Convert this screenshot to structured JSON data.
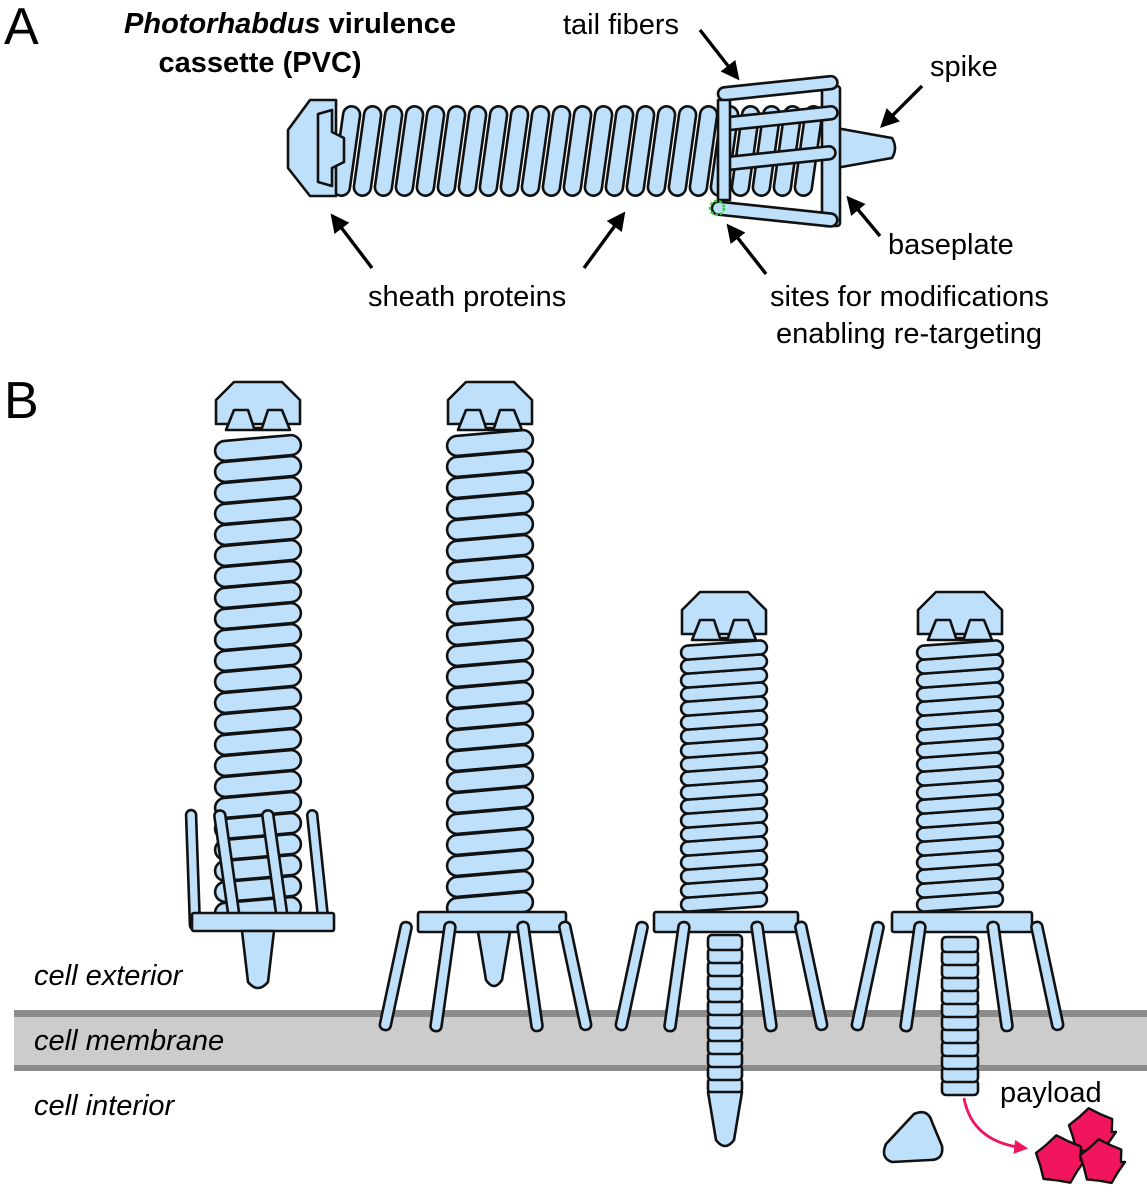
{
  "panels": {
    "a": "A",
    "b": "B"
  },
  "title": {
    "line1_italic": "Photorhabdus",
    "line1_rest": " virulence",
    "line2": "cassette (PVC)"
  },
  "labels": {
    "tail_fibers": "tail fibers",
    "spike": "spike",
    "baseplate": "baseplate",
    "sheath_proteins": "sheath proteins",
    "sites_line1": "sites for modifications",
    "sites_line2": "enabling re-targeting"
  },
  "regions": {
    "exterior": "cell exterior",
    "membrane": "cell membrane",
    "interior": "cell interior"
  },
  "payload": "payload",
  "colors": {
    "protein_fill": "#bfe0fb",
    "outline": "#111111",
    "membrane": "#cccccc",
    "membrane_edge": "#8c8c8c",
    "region_text": "#5f5f5f",
    "payload": "#f0155c",
    "modification_site": "#3fcc3f"
  }
}
